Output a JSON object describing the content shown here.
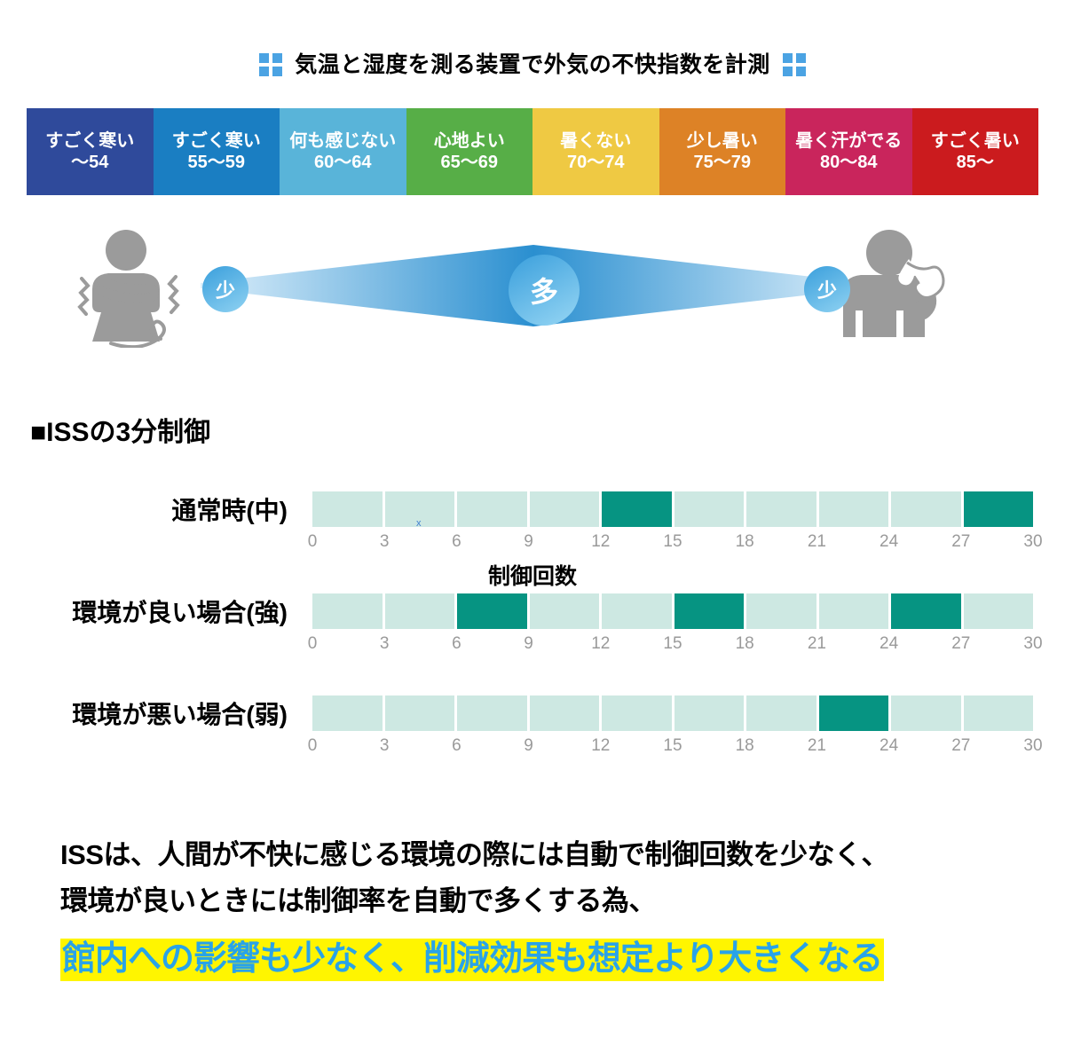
{
  "header": {
    "title": "気温と湿度を測る装置で外気の不快指数を計測",
    "ornament_icon": "four-squares-icon",
    "ornament_color": "#4BA3E3"
  },
  "comfort_scale": {
    "bands": [
      {
        "label": "すごく寒い",
        "range": "～54",
        "color": "#2F4A9B"
      },
      {
        "label": "すごく寒い",
        "range": "55～59",
        "color": "#1A7EC2"
      },
      {
        "label": "何も感じない",
        "range": "60～64",
        "color": "#59B4D9"
      },
      {
        "label": "心地よい",
        "range": "65～69",
        "color": "#57AE47"
      },
      {
        "label": "暑くない",
        "range": "70～74",
        "color": "#EFC943"
      },
      {
        "label": "少し暑い",
        "range": "75～79",
        "color": "#DD8226"
      },
      {
        "label": "暑く汗がでる",
        "range": "80～84",
        "color": "#C9255C"
      },
      {
        "label": "すごく暑い",
        "range": "85～",
        "color": "#CB1B1E"
      }
    ]
  },
  "control_diagram": {
    "left_bubble": "少",
    "center_bubble": "多",
    "right_bubble": "少",
    "caption": "制御回数",
    "left_icon": "shivering-person-icon",
    "right_icon": "sweating-person-icon",
    "accent_color": "#3a9fdc"
  },
  "section": {
    "heading": "■ISSの3分制御"
  },
  "chart_data": {
    "type": "heatmap",
    "title": "ISSの3分制御",
    "xlabel": "",
    "ylabel": "",
    "x_ticks": [
      "0",
      "3",
      "6",
      "9",
      "12",
      "15",
      "18",
      "21",
      "24",
      "27",
      "30"
    ],
    "xlim": [
      0,
      30
    ],
    "bin_width": 3,
    "grid": false,
    "legend": "",
    "on_color": "#069482",
    "off_color": "#CDE8E2",
    "marker_note": "x",
    "series": [
      {
        "name": "通常時(中)",
        "bins": [
          {
            "start": 0,
            "end": 3,
            "on": false
          },
          {
            "start": 3,
            "end": 6,
            "on": false
          },
          {
            "start": 6,
            "end": 9,
            "on": false
          },
          {
            "start": 9,
            "end": 12,
            "on": false
          },
          {
            "start": 12,
            "end": 15,
            "on": true
          },
          {
            "start": 15,
            "end": 18,
            "on": false
          },
          {
            "start": 18,
            "end": 21,
            "on": false
          },
          {
            "start": 21,
            "end": 24,
            "on": false
          },
          {
            "start": 24,
            "end": 27,
            "on": false
          },
          {
            "start": 27,
            "end": 30,
            "on": true
          }
        ],
        "values": [
          0,
          0,
          0,
          0,
          1,
          0,
          0,
          0,
          0,
          1
        ],
        "on_count": 2
      },
      {
        "name": "環境が良い場合(強)",
        "bins": [
          {
            "start": 0,
            "end": 3,
            "on": false
          },
          {
            "start": 3,
            "end": 6,
            "on": false
          },
          {
            "start": 6,
            "end": 9,
            "on": true
          },
          {
            "start": 9,
            "end": 12,
            "on": false
          },
          {
            "start": 12,
            "end": 15,
            "on": false
          },
          {
            "start": 15,
            "end": 18,
            "on": true
          },
          {
            "start": 18,
            "end": 21,
            "on": false
          },
          {
            "start": 21,
            "end": 24,
            "on": false
          },
          {
            "start": 24,
            "end": 27,
            "on": true
          },
          {
            "start": 27,
            "end": 30,
            "on": false
          }
        ],
        "values": [
          0,
          0,
          1,
          0,
          0,
          1,
          0,
          0,
          1,
          0
        ],
        "on_count": 3
      },
      {
        "name": "環境が悪い場合(弱)",
        "bins": [
          {
            "start": 0,
            "end": 3,
            "on": false
          },
          {
            "start": 3,
            "end": 6,
            "on": false
          },
          {
            "start": 6,
            "end": 9,
            "on": false
          },
          {
            "start": 9,
            "end": 12,
            "on": false
          },
          {
            "start": 12,
            "end": 15,
            "on": false
          },
          {
            "start": 15,
            "end": 18,
            "on": false
          },
          {
            "start": 18,
            "end": 21,
            "on": false
          },
          {
            "start": 21,
            "end": 24,
            "on": true
          },
          {
            "start": 24,
            "end": 27,
            "on": false
          },
          {
            "start": 27,
            "end": 30,
            "on": false
          }
        ],
        "values": [
          0,
          0,
          0,
          0,
          0,
          0,
          0,
          1,
          0,
          0
        ],
        "on_count": 1
      }
    ]
  },
  "conclusion": {
    "line1": "ISSは、人間が不快に感じる環境の際には自動で制御回数を少なく、",
    "line2": "環境が良いときには制御率を自動で多くする為、",
    "highlight": "館内への影響も少なく、削減効果も想定より大きくなる",
    "highlight_text_color": "#29A3E8",
    "highlight_bg_color": "#FFF500"
  }
}
